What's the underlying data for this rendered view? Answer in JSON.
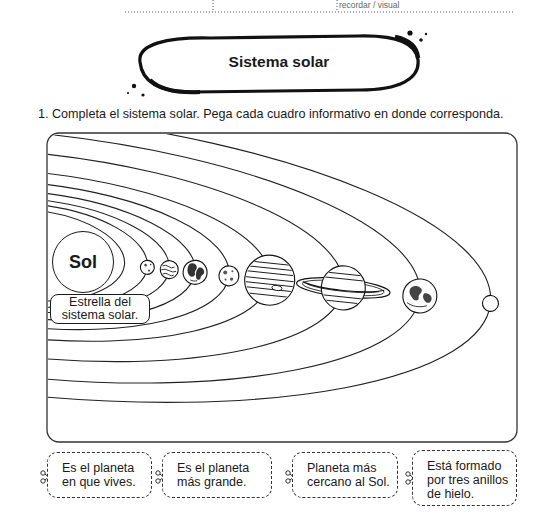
{
  "diagram": {
    "title": "Sistema solar",
    "nodes": [
      {
        "text": [
          "Sol"
        ]
      },
      {
        "text": [
          "Estrella del sistema solar."
        ]
      },
      {
        "text": [
          "Es el planeta en que vives."
        ]
      },
      {
        "text": [
          "Es el planeta más grande."
        ]
      },
      {
        "text": [
          "Planeta más cercano al Sol."
        ]
      },
      {
        "text": [
          "Está formado por tres anillos de hielo."
        ]
      }
    ],
    "labels": [
      "recordar / visual",
      "1. Completa el sistema solar. Pega cada cuadro informativo en donde corresponda."
    ]
  }
}
